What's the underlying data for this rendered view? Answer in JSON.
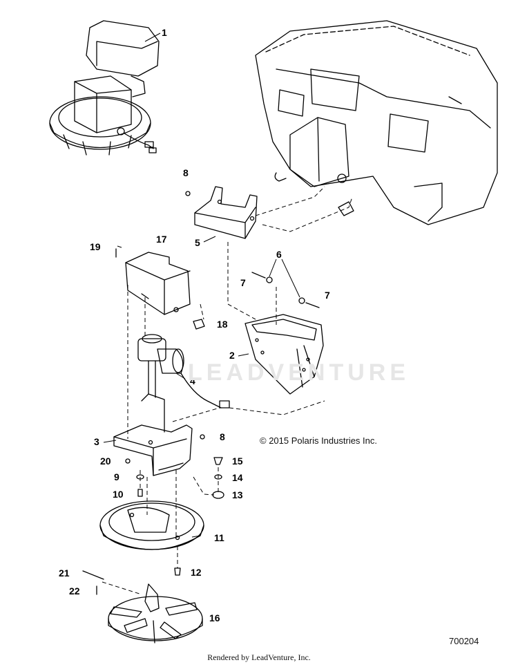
{
  "callouts": {
    "c1": "1",
    "c2": "2",
    "c3": "3",
    "c4": "4",
    "c5": "5",
    "c6": "6",
    "c7a": "7",
    "c7b": "7",
    "c8a": "8",
    "c8b": "8",
    "c9": "9",
    "c10": "10",
    "c11": "11",
    "c12": "12",
    "c13": "13",
    "c14": "14",
    "c15": "15",
    "c16": "16",
    "c17": "17",
    "c18": "18",
    "c19": "19",
    "c20": "20",
    "c21": "21",
    "c22": "22"
  },
  "copyright": "© 2015 Polaris Industries Inc.",
  "diagram_id": "700204",
  "footer": "Rendered by LeadVenture, Inc.",
  "watermark": "LEADVENTURE"
}
